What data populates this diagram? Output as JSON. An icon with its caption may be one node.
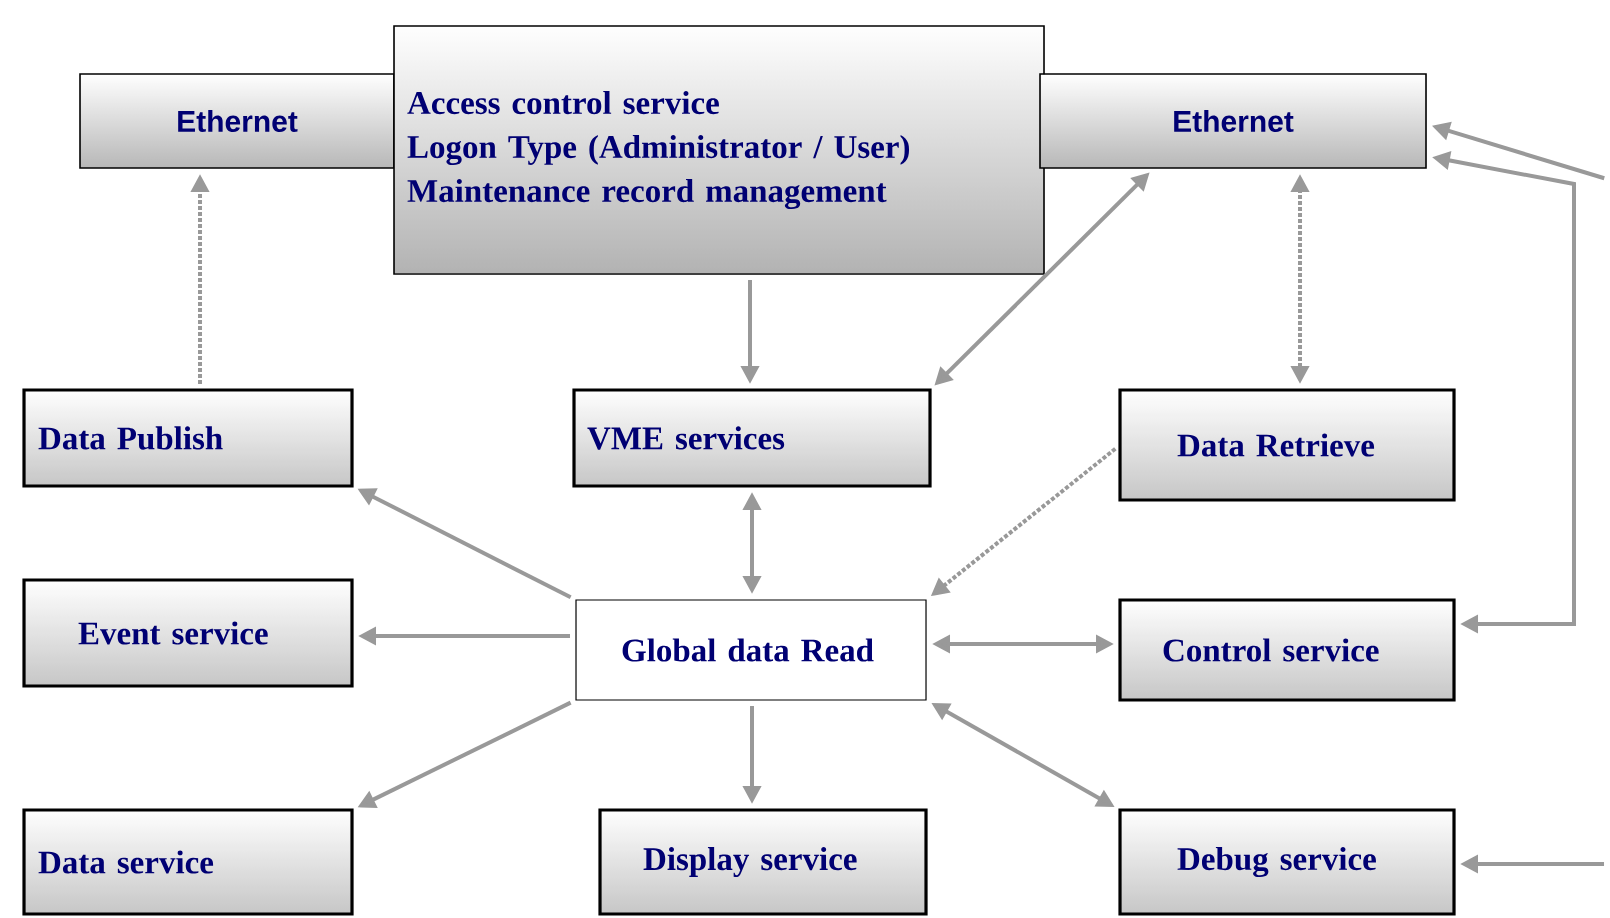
{
  "diagram": {
    "nodes": [
      {
        "text": [
          "Ethernet"
        ]
      },
      {
        "text": [
          "Access control service",
          "Logon Type (Administrator / User)",
          "Maintenance record management"
        ]
      },
      {
        "text": [
          "Ethernet"
        ]
      },
      {
        "text": [
          "Data Publish"
        ]
      },
      {
        "text": [
          "VME services"
        ]
      },
      {
        "text": [
          "Data Retrieve"
        ]
      },
      {
        "text": [
          "Event service"
        ]
      },
      {
        "text": [
          "Global data Read"
        ]
      },
      {
        "text": [
          "Control service"
        ]
      },
      {
        "text": [
          "Data service"
        ]
      },
      {
        "text": [
          "Display service"
        ]
      },
      {
        "text": [
          "Debug service"
        ]
      }
    ],
    "edges": [
      {
        "from": 3,
        "to": 0,
        "arrow": "to",
        "style": "dashed"
      },
      {
        "from": 1,
        "to": 4,
        "arrow": "to"
      },
      {
        "from": 4,
        "to": 2,
        "arrow": "both"
      },
      {
        "from": 5,
        "to": 2,
        "arrow": "both",
        "style": "dashed"
      },
      {
        "from": 5,
        "to": 7,
        "arrow": "to",
        "style": "dashed"
      },
      {
        "from": 7,
        "to": 3,
        "arrow": "to"
      },
      {
        "from": 4,
        "to": 7,
        "arrow": "both"
      },
      {
        "from": 7,
        "to": 6,
        "arrow": "to"
      },
      {
        "from": 7,
        "to": 8,
        "arrow": "both"
      },
      {
        "from": 7,
        "to": 9,
        "arrow": "to"
      },
      {
        "from": 7,
        "to": 10,
        "arrow": "to"
      },
      {
        "from": 7,
        "to": 11,
        "arrow": "both"
      },
      {
        "from": null,
        "to": 2,
        "arrow": "to"
      },
      {
        "from": 8,
        "to": 2,
        "arrow": "both"
      },
      {
        "from": null,
        "to": 11,
        "arrow": "to"
      }
    ]
  }
}
